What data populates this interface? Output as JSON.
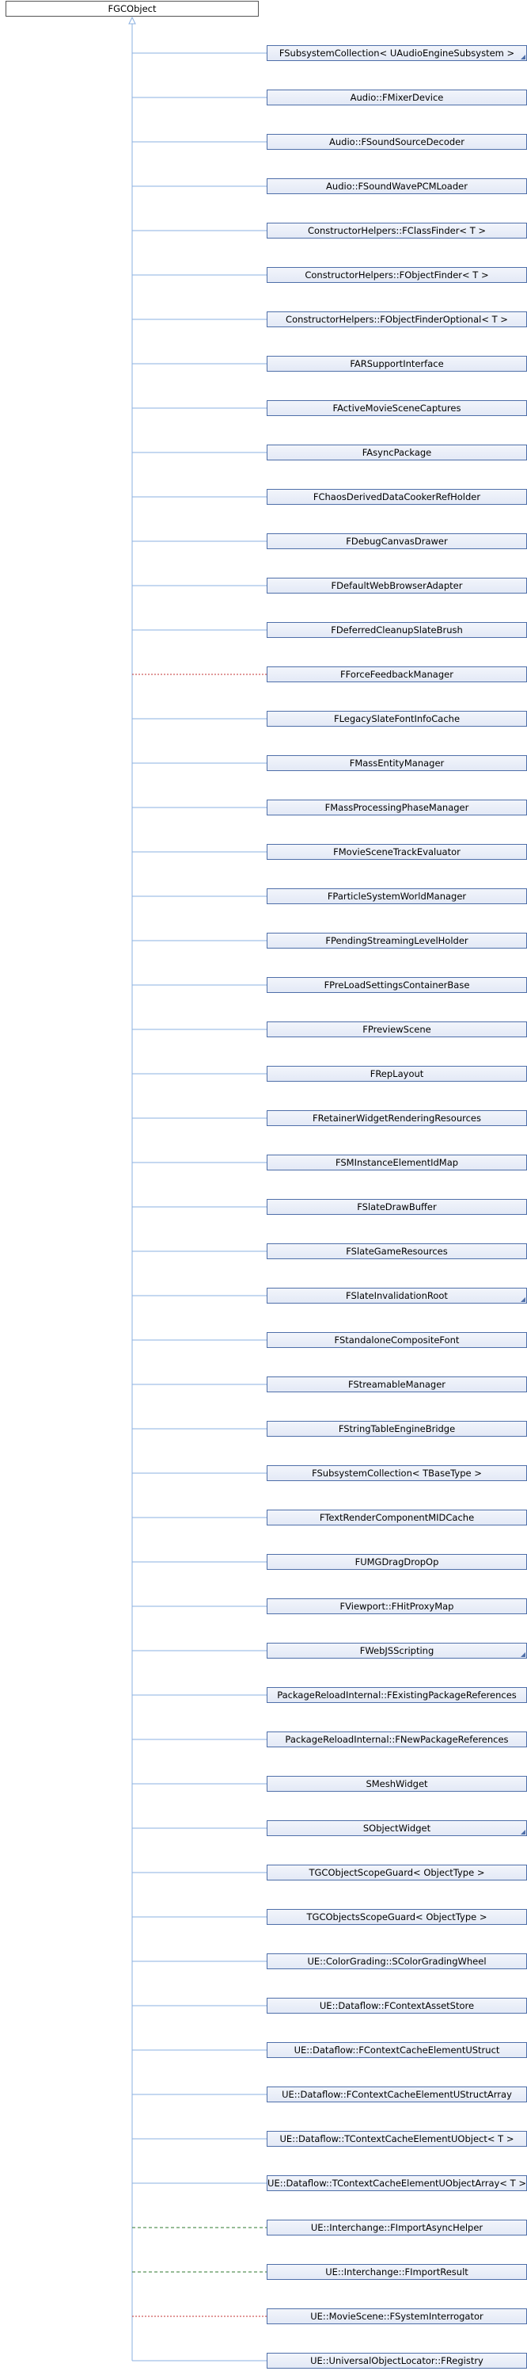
{
  "root": {
    "label": "FGCObject"
  },
  "colors": {
    "solid": "#8bb0e0",
    "dotted": "#c33333",
    "dashed": "#2f7a2f"
  },
  "children": [
    {
      "label": "FSubsystemCollection< UAudioEngineSubsystem >",
      "edge": "solid",
      "more": true
    },
    {
      "label": "Audio::FMixerDevice",
      "edge": "solid",
      "more": false
    },
    {
      "label": "Audio::FSoundSourceDecoder",
      "edge": "solid",
      "more": false
    },
    {
      "label": "Audio::FSoundWavePCMLoader",
      "edge": "solid",
      "more": false
    },
    {
      "label": "ConstructorHelpers::FClassFinder< T >",
      "edge": "solid",
      "more": false
    },
    {
      "label": "ConstructorHelpers::FObjectFinder< T >",
      "edge": "solid",
      "more": false
    },
    {
      "label": "ConstructorHelpers::FObjectFinderOptional< T >",
      "edge": "solid",
      "more": false
    },
    {
      "label": "FARSupportInterface",
      "edge": "solid",
      "more": false
    },
    {
      "label": "FActiveMovieSceneCaptures",
      "edge": "solid",
      "more": false
    },
    {
      "label": "FAsyncPackage",
      "edge": "solid",
      "more": false
    },
    {
      "label": "FChaosDerivedDataCookerRefHolder",
      "edge": "solid",
      "more": false
    },
    {
      "label": "FDebugCanvasDrawer",
      "edge": "solid",
      "more": false
    },
    {
      "label": "FDefaultWebBrowserAdapter",
      "edge": "solid",
      "more": false
    },
    {
      "label": "FDeferredCleanupSlateBrush",
      "edge": "solid",
      "more": false
    },
    {
      "label": "FForceFeedbackManager",
      "edge": "dotted",
      "more": false
    },
    {
      "label": "FLegacySlateFontInfoCache",
      "edge": "solid",
      "more": false
    },
    {
      "label": "FMassEntityManager",
      "edge": "solid",
      "more": false
    },
    {
      "label": "FMassProcessingPhaseManager",
      "edge": "solid",
      "more": false
    },
    {
      "label": "FMovieSceneTrackEvaluator",
      "edge": "solid",
      "more": false
    },
    {
      "label": "FParticleSystemWorldManager",
      "edge": "solid",
      "more": false
    },
    {
      "label": "FPendingStreamingLevelHolder",
      "edge": "solid",
      "more": false
    },
    {
      "label": "FPreLoadSettingsContainerBase",
      "edge": "solid",
      "more": false
    },
    {
      "label": "FPreviewScene",
      "edge": "solid",
      "more": false
    },
    {
      "label": "FRepLayout",
      "edge": "solid",
      "more": false
    },
    {
      "label": "FRetainerWidgetRenderingResources",
      "edge": "solid",
      "more": false
    },
    {
      "label": "FSMInstanceElementIdMap",
      "edge": "solid",
      "more": false
    },
    {
      "label": "FSlateDrawBuffer",
      "edge": "solid",
      "more": false
    },
    {
      "label": "FSlateGameResources",
      "edge": "solid",
      "more": false
    },
    {
      "label": "FSlateInvalidationRoot",
      "edge": "solid",
      "more": true
    },
    {
      "label": "FStandaloneCompositeFont",
      "edge": "solid",
      "more": false
    },
    {
      "label": "FStreamableManager",
      "edge": "solid",
      "more": false
    },
    {
      "label": "FStringTableEngineBridge",
      "edge": "solid",
      "more": false
    },
    {
      "label": "FSubsystemCollection< TBaseType >",
      "edge": "solid",
      "more": false
    },
    {
      "label": "FTextRenderComponentMIDCache",
      "edge": "solid",
      "more": false
    },
    {
      "label": "FUMGDragDropOp",
      "edge": "solid",
      "more": false
    },
    {
      "label": "FViewport::FHitProxyMap",
      "edge": "solid",
      "more": false
    },
    {
      "label": "FWebJSScripting",
      "edge": "solid",
      "more": true
    },
    {
      "label": "PackageReloadInternal::FExistingPackageReferences",
      "edge": "solid",
      "more": false
    },
    {
      "label": "PackageReloadInternal::FNewPackageReferences",
      "edge": "solid",
      "more": false
    },
    {
      "label": "SMeshWidget",
      "edge": "solid",
      "more": false
    },
    {
      "label": "SObjectWidget",
      "edge": "solid",
      "more": true
    },
    {
      "label": "TGCObjectScopeGuard< ObjectType >",
      "edge": "solid",
      "more": false
    },
    {
      "label": "TGCObjectsScopeGuard< ObjectType >",
      "edge": "solid",
      "more": false
    },
    {
      "label": "UE::ColorGrading::SColorGradingWheel",
      "edge": "solid",
      "more": false
    },
    {
      "label": "UE::Dataflow::FContextAssetStore",
      "edge": "solid",
      "more": false
    },
    {
      "label": "UE::Dataflow::FContextCacheElementUStruct",
      "edge": "solid",
      "more": false
    },
    {
      "label": "UE::Dataflow::FContextCacheElementUStructArray",
      "edge": "solid",
      "more": false
    },
    {
      "label": "UE::Dataflow::TContextCacheElementUObject< T >",
      "edge": "solid",
      "more": false
    },
    {
      "label": "UE::Dataflow::TContextCacheElementUObjectArray< T >",
      "edge": "solid",
      "more": false
    },
    {
      "label": "UE::Interchange::FImportAsyncHelper",
      "edge": "dashed",
      "more": false
    },
    {
      "label": "UE::Interchange::FImportResult",
      "edge": "dashed",
      "more": false
    },
    {
      "label": "UE::MovieScene::FSystemInterrogator",
      "edge": "dotted",
      "more": false
    },
    {
      "label": "UE::UniversalObjectLocator::FRegistry",
      "edge": "solid",
      "more": false
    }
  ]
}
